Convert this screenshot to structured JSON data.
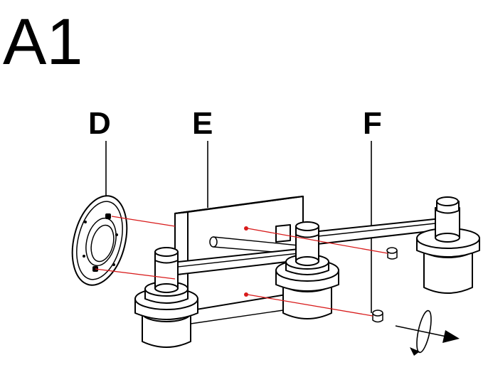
{
  "step": {
    "label": "A1"
  },
  "callouts": {
    "d": "D",
    "e": "E",
    "f": "F"
  },
  "colors": {
    "assembly_line": "#d81b1b",
    "outline": "#000000",
    "background": "#ffffff"
  },
  "icons": {
    "rotation": "rotate-arrow-icon"
  }
}
